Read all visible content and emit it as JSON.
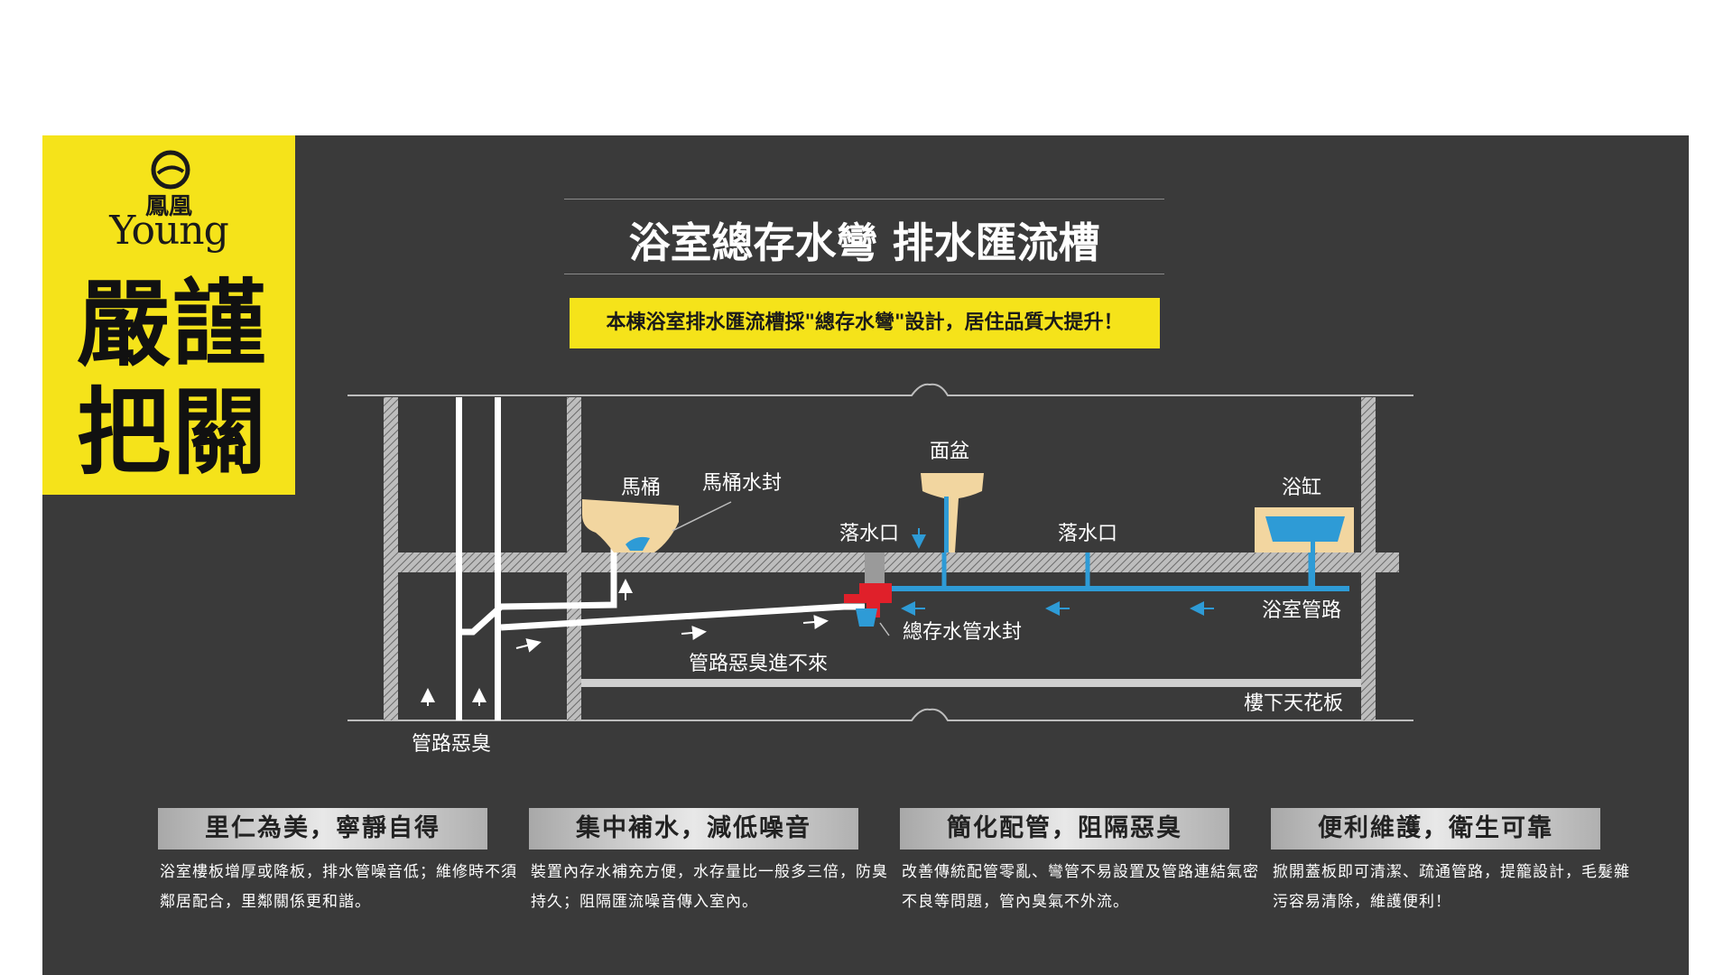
{
  "brand": {
    "logo_cn": "鳳凰",
    "logo_en": "Young",
    "slogan_line1": "嚴謹",
    "slogan_line2": "把關"
  },
  "title": "浴室總存水彎 排水匯流槽",
  "banner": "本棟浴室排水匯流槽採\"總存水彎\"設計，居住品質大提升！",
  "diagram": {
    "toilet": "馬桶",
    "toilet_seal": "馬桶水封",
    "basin": "面盆",
    "floor_drain_1": "落水口",
    "floor_drain_2": "落水口",
    "bathtub": "浴缸",
    "bathroom_pipe": "浴室管路",
    "trap_seal": "總存水管水封",
    "odor_blocked": "管路惡臭進不來",
    "ceiling_below": "樓下天花板",
    "pipe_odor": "管路惡臭"
  },
  "features": [
    {
      "title": "里仁為美，寧靜自得",
      "desc": "浴室樓板增厚或降板，排水管噪音低；維修時不須鄰居配合，里鄰關係更和諧。"
    },
    {
      "title": "集中補水，減低噪音",
      "desc": "裝置內存水補充方便，水存量比一般多三倍，防臭持久；阻隔匯流噪音傳入室內。"
    },
    {
      "title": "簡化配管，阻隔惡臭",
      "desc": "改善傳統配管零亂、彎管不易設置及管路連結氣密不良等問題，管內臭氣不外流。"
    },
    {
      "title": "便利維護，衛生可靠",
      "desc": "掀開蓋板即可清潔、疏通管路，提籠設計，毛髮雜污容易清除，維護便利！"
    }
  ],
  "colors": {
    "panel": "#3a3a3a",
    "accent": "#f5e31a",
    "water": "#2e9bd6",
    "valve": "#e0202a",
    "fixture": "#f2d6a0"
  }
}
